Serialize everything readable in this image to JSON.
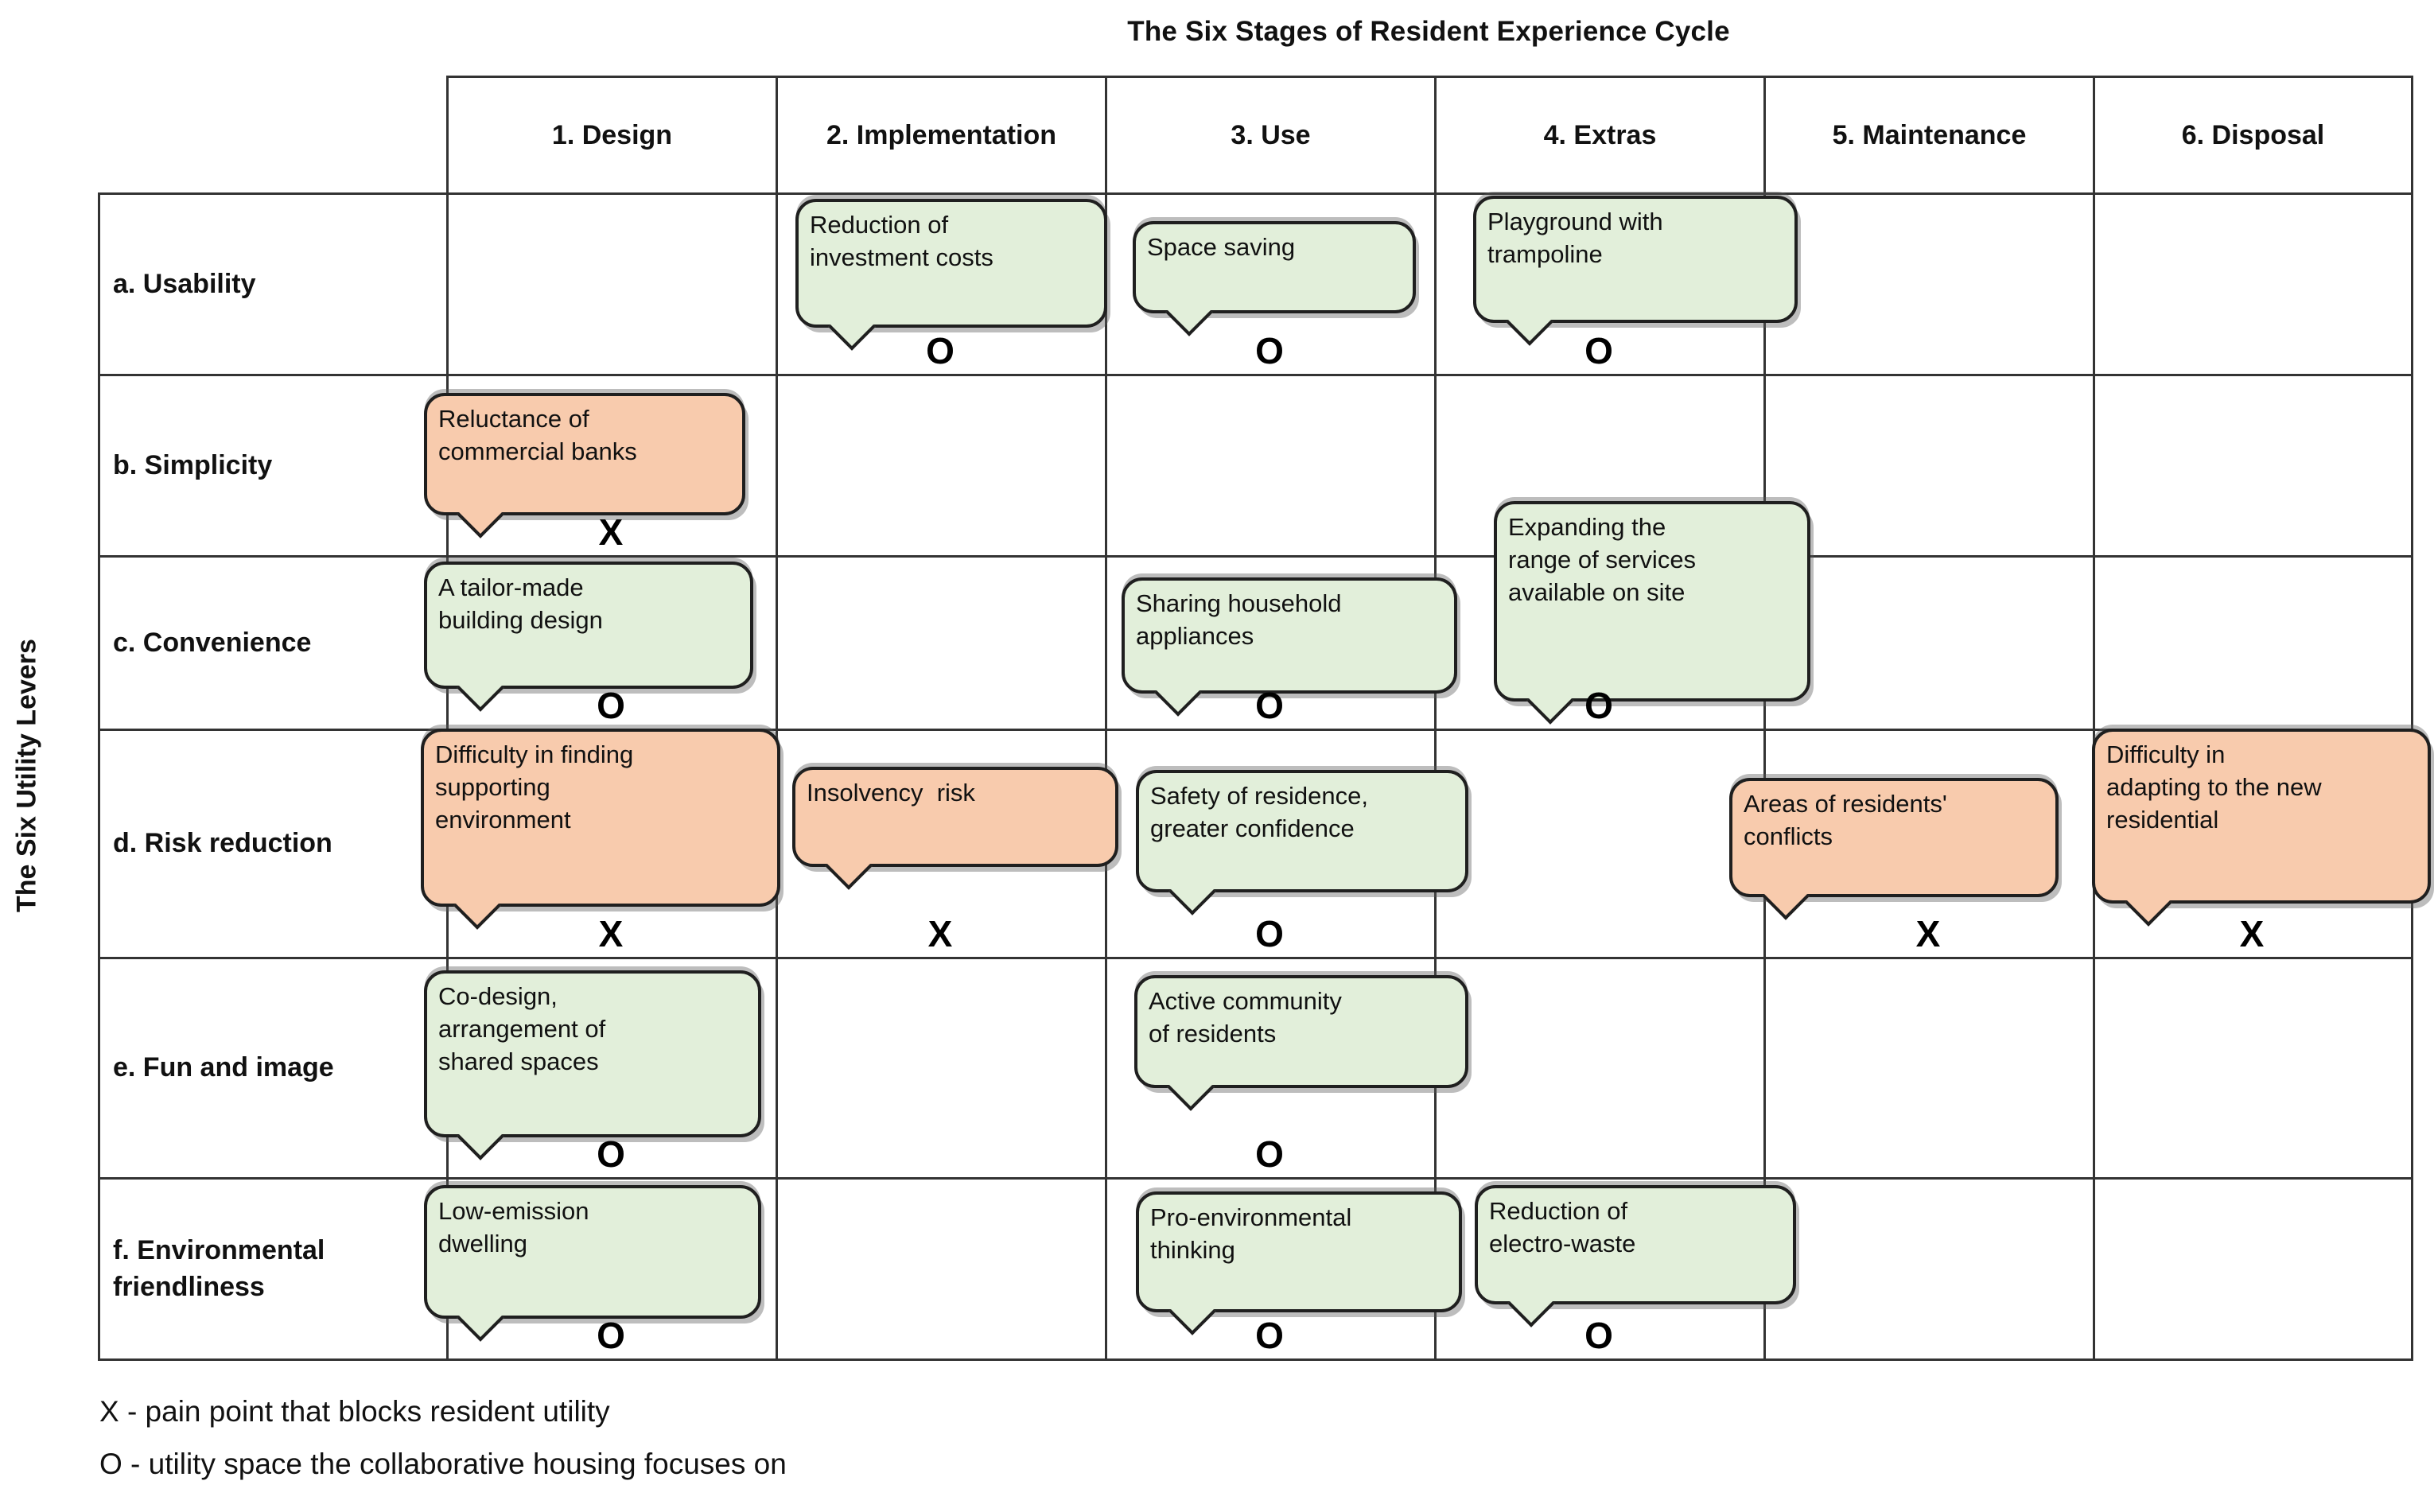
{
  "title": "The Six Stages of Resident Experience Cycle",
  "y_axis_label": "The Six Utility Levers",
  "columns": [
    "1. Design",
    "2. Implementation",
    "3. Use",
    "4. Extras",
    "5. Maintenance",
    "6. Disposal"
  ],
  "rows": [
    {
      "id": "a",
      "label": "a. Usability"
    },
    {
      "id": "b",
      "label": "b. Simplicity"
    },
    {
      "id": "c",
      "label": "c. Convenience"
    },
    {
      "id": "d",
      "label": "d. Risk reduction"
    },
    {
      "id": "e",
      "label": "e. Fun and image"
    },
    {
      "id": "f",
      "label": "f. Environmental friendliness"
    }
  ],
  "callouts": [
    {
      "row": "a",
      "col": 2,
      "kind": "opportunity",
      "marker": "O",
      "text": "Reduction of\ninvestment costs"
    },
    {
      "row": "a",
      "col": 3,
      "kind": "opportunity",
      "marker": "O",
      "text": "Space saving"
    },
    {
      "row": "a",
      "col": 4,
      "kind": "opportunity",
      "marker": "O",
      "text": "Playground with\ntrampoline"
    },
    {
      "row": "b",
      "col": 1,
      "kind": "pain",
      "marker": "X",
      "text": "Reluctance of\ncommercial banks"
    },
    {
      "row": "c",
      "col": 1,
      "kind": "opportunity",
      "marker": "O",
      "text": "A tailor-made\nbuilding design"
    },
    {
      "row": "c",
      "col": 3,
      "kind": "opportunity",
      "marker": "O",
      "text": "Sharing household\nappliances"
    },
    {
      "row": "c",
      "col": 4,
      "kind": "opportunity",
      "marker": "O",
      "text": "Expanding the\nrange of services\navailable on site"
    },
    {
      "row": "d",
      "col": 1,
      "kind": "pain",
      "marker": "X",
      "text": "Difficulty in finding\nsupporting\nenvironment"
    },
    {
      "row": "d",
      "col": 2,
      "kind": "pain",
      "marker": "X",
      "text": "Insolvency  risk"
    },
    {
      "row": "d",
      "col": 3,
      "kind": "opportunity",
      "marker": "O",
      "text": "Safety of residence,\ngreater confidence"
    },
    {
      "row": "d",
      "col": 5,
      "kind": "pain",
      "marker": "X",
      "text": "Areas of residents'\nconflicts"
    },
    {
      "row": "d",
      "col": 6,
      "kind": "pain",
      "marker": "X",
      "text": "Difficulty in\nadapting to the new\nresidential"
    },
    {
      "row": "e",
      "col": 1,
      "kind": "opportunity",
      "marker": "O",
      "text": "Co-design,\narrangement of\nshared spaces"
    },
    {
      "row": "e",
      "col": 3,
      "kind": "opportunity",
      "marker": "O",
      "text": "Active community\nof residents"
    },
    {
      "row": "f",
      "col": 1,
      "kind": "opportunity",
      "marker": "O",
      "text": "Low-emission\ndwelling"
    },
    {
      "row": "f",
      "col": 3,
      "kind": "opportunity",
      "marker": "O",
      "text": "Pro-environmental\nthinking"
    },
    {
      "row": "f",
      "col": 4,
      "kind": "opportunity",
      "marker": "O",
      "text": "Reduction of\nelectro-waste"
    }
  ],
  "legend": [
    "X - pain point that blocks resident utility",
    "O - utility space the collaborative housing focuses on"
  ],
  "colors": {
    "pain_fill": "#f8cbad",
    "opportunity_fill": "#e2efda",
    "bubble_border": "#1f1f1f",
    "grid_line": "#333333"
  }
}
